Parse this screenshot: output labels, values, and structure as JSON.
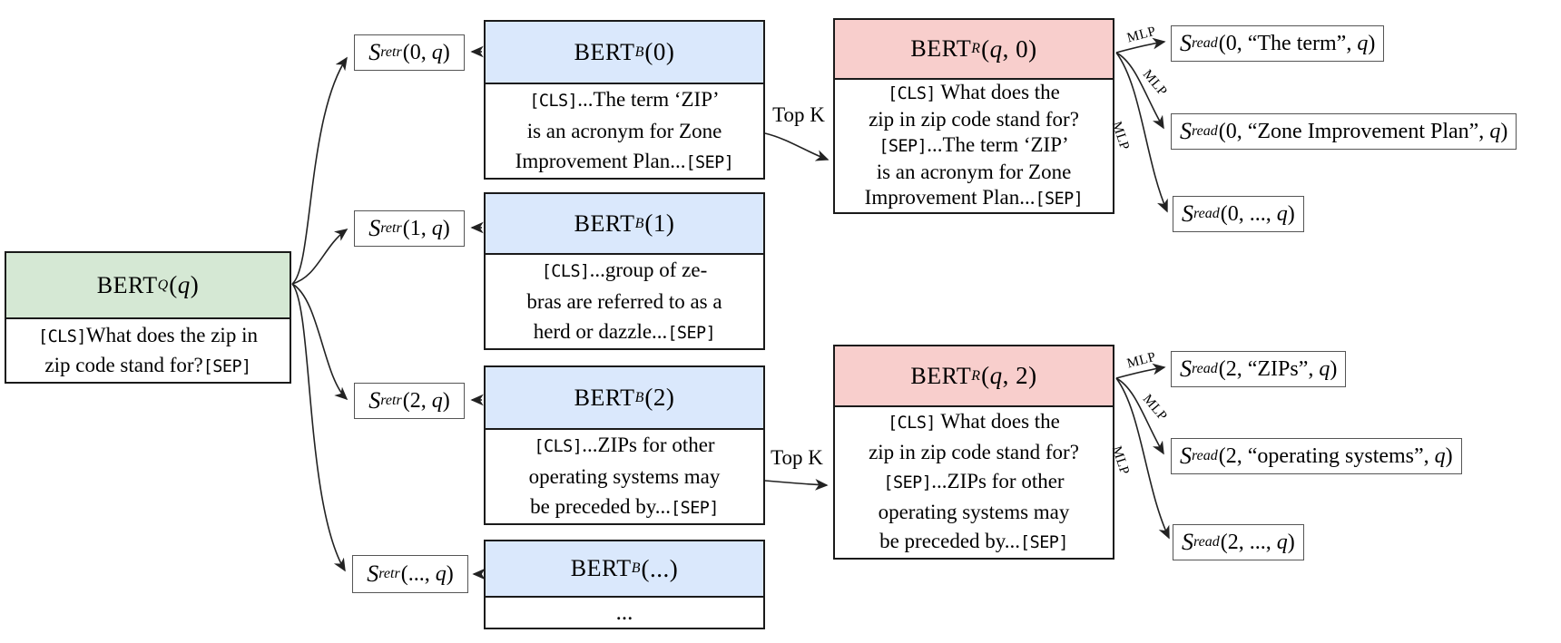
{
  "diagram": {
    "colors": {
      "query": "#d5e8d4",
      "block": "#dae8fc",
      "reader": "#f8cecc"
    },
    "labels": {
      "top_k": "Top K",
      "mlp": "MLP"
    },
    "query_encoder": {
      "title": {
        "base": "BERT",
        "sub": "Q",
        "args": "(q)"
      },
      "body": [
        "[CLS]What does the zip in",
        "zip code stand for?[SEP]"
      ]
    },
    "retr_scores": [
      {
        "base": "S",
        "sub": "retr",
        "args": "(0, q)"
      },
      {
        "base": "S",
        "sub": "retr",
        "args": "(1, q)"
      },
      {
        "base": "S",
        "sub": "retr",
        "args": "(2, q)"
      },
      {
        "base": "S",
        "sub": "retr",
        "args": "(..., q)"
      }
    ],
    "block_encoders": [
      {
        "title": {
          "base": "BERT",
          "sub": "B",
          "args": "(0)"
        },
        "body": [
          "[CLS]...The term ‘ZIP’",
          "is an acronym for Zone",
          "Improvement Plan...[SEP]"
        ]
      },
      {
        "title": {
          "base": "BERT",
          "sub": "B",
          "args": "(1)"
        },
        "body": [
          "[CLS]...group of ze-",
          "bras are referred to as a",
          "herd or dazzle...[SEP]"
        ]
      },
      {
        "title": {
          "base": "BERT",
          "sub": "B",
          "args": "(2)"
        },
        "body": [
          "[CLS]...ZIPs for other",
          "operating systems may",
          "be preceded by...[SEP]"
        ]
      },
      {
        "title": {
          "base": "BERT",
          "sub": "B",
          "args": "(...)"
        },
        "body": [
          "..."
        ]
      }
    ],
    "reader_encoders": [
      {
        "title": {
          "base": "BERT",
          "sub": "R",
          "args": "(q, 0)"
        },
        "body": [
          "[CLS] What does the",
          "zip in zip code stand for?",
          "[SEP]...The term ‘ZIP’",
          "is an acronym for Zone",
          "Improvement Plan...[SEP]"
        ]
      },
      {
        "title": {
          "base": "BERT",
          "sub": "R",
          "args": "(q, 2)"
        },
        "body": [
          "[CLS] What does the",
          "zip in zip code stand for?",
          "[SEP]...ZIPs for other",
          "operating systems may",
          "be preceded by...[SEP]"
        ]
      }
    ],
    "read_scores": [
      {
        "base": "S",
        "sub": "read",
        "args": "(0, “The term”, q)"
      },
      {
        "base": "S",
        "sub": "read",
        "args": "(0, “Zone Improvement Plan”, q)"
      },
      {
        "base": "S",
        "sub": "read",
        "args": "(0, ..., q)"
      },
      {
        "base": "S",
        "sub": "read",
        "args": "(2, “ZIPs”, q)"
      },
      {
        "base": "S",
        "sub": "read",
        "args": "(2, “operating systems”, q)"
      },
      {
        "base": "S",
        "sub": "read",
        "args": "(2, ..., q)"
      }
    ]
  }
}
